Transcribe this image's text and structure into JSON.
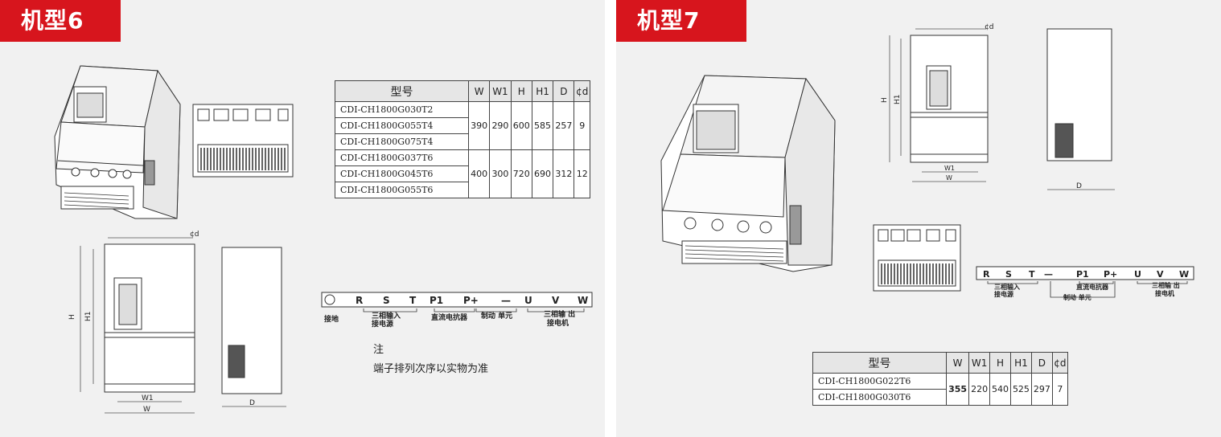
{
  "panel6": {
    "title": "机型6",
    "table": {
      "headers": [
        "型号",
        "W",
        "W1",
        "H",
        "H1",
        "D",
        "¢d"
      ],
      "groups": [
        {
          "models": [
            "CDI-CH1800G030T2",
            "CDI-CH1800G055T4",
            "CDI-CH1800G075T4"
          ],
          "values": [
            "390",
            "290",
            "600",
            "585",
            "257",
            "9"
          ]
        },
        {
          "models": [
            "CDI-CH1800G037T6",
            "CDI-CH1800G045T6",
            "CDI-CH1800G055T6"
          ],
          "values": [
            "400",
            "300",
            "720",
            "690",
            "312",
            "12"
          ]
        }
      ]
    },
    "terminals": {
      "labels": [
        "R",
        "S",
        "T",
        "P1",
        "P+",
        "—",
        "U",
        "V",
        "W"
      ],
      "ground_label": "接地",
      "input_label_1": "三相输入",
      "input_label_2": "接电源",
      "dc_reactor_label": "直流电抗器",
      "brake_label": "制动 单元",
      "output_label_1": "三相输 出",
      "output_label_2": "接电机"
    },
    "note_title": "注",
    "note_text": "端子排列次序以实物为准",
    "dims": {
      "w": "W",
      "w1": "W1",
      "h": "H",
      "h1": "H1",
      "d": "D",
      "cd": "¢d"
    }
  },
  "panel7": {
    "title": "机型7",
    "table": {
      "headers": [
        "型号",
        "W",
        "W1",
        "H",
        "H1",
        "D",
        "¢d"
      ],
      "models": [
        "CDI-CH1800G022T6",
        "CDI-CH1800G030T6"
      ],
      "values": [
        "355",
        "220",
        "540",
        "525",
        "297",
        "7"
      ]
    },
    "terminals": {
      "labels": [
        "R",
        "S",
        "T",
        "—",
        "P1",
        "P+",
        "U",
        "V",
        "W"
      ],
      "input_label_1": "三相输入",
      "input_label_2": "接电源",
      "dc_reactor_label": "直流电抗器",
      "brake_label": "制动 单元",
      "output_label_1": "三相输 出",
      "output_label_2": "接电机"
    },
    "dims": {
      "w": "W",
      "w1": "W1",
      "h": "H",
      "h1": "H1",
      "d": "D",
      "cd": "¢d"
    }
  }
}
